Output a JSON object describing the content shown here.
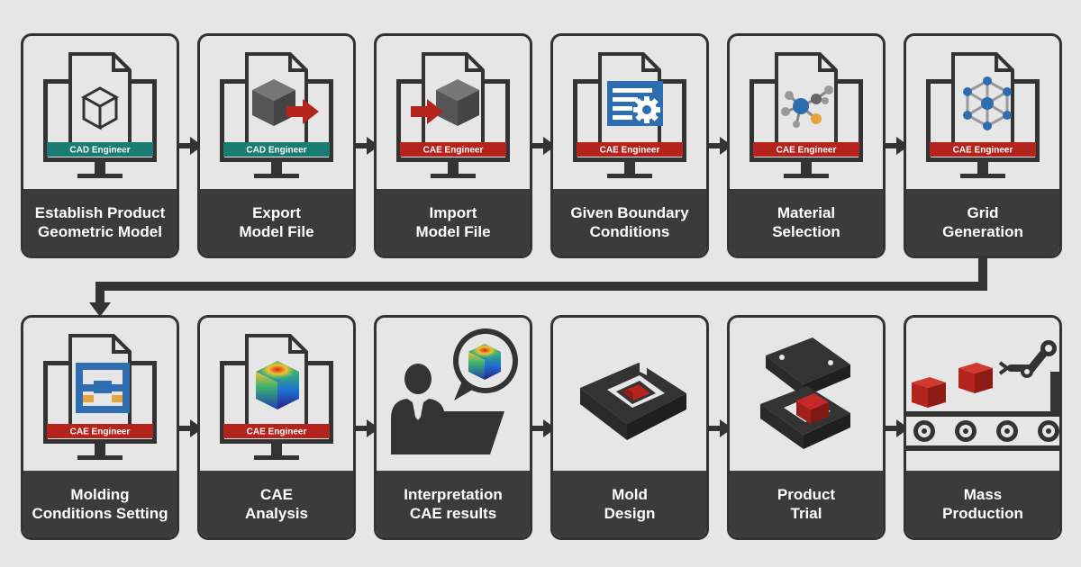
{
  "steps": [
    {
      "title": "Establish Product\nGeometric Model",
      "role": "CAD Engineer",
      "role_color": "#1a7b72",
      "icon": "wireframe-cube-icon"
    },
    {
      "title": "Export\nModel File",
      "role": "CAD Engineer",
      "role_color": "#1a7b72",
      "icon": "solid-cube-export-icon"
    },
    {
      "title": "Import\nModel File",
      "role": "CAE Engineer",
      "role_color": "#b5241c",
      "icon": "solid-cube-import-icon"
    },
    {
      "title": "Given Boundary\nConditions",
      "role": "CAE Engineer",
      "role_color": "#b5241c",
      "icon": "settings-gear-icon"
    },
    {
      "title": "Material\nSelection",
      "role": "CAE Engineer",
      "role_color": "#b5241c",
      "icon": "molecule-icon"
    },
    {
      "title": "Grid\nGeneration",
      "role": "CAE Engineer",
      "role_color": "#b5241c",
      "icon": "mesh-grid-icon"
    },
    {
      "title": "Molding\nConditions Setting",
      "role": "CAE Engineer",
      "role_color": "#b5241c",
      "icon": "mold-layout-icon"
    },
    {
      "title": "CAE\nAnalysis",
      "role": "CAE Engineer",
      "role_color": "#b5241c",
      "icon": "heatmap-cube-icon"
    },
    {
      "title": "Interpretation\nCAE results",
      "role": "",
      "role_color": "",
      "icon": "engineer-review-icon"
    },
    {
      "title": "Mold\nDesign",
      "role": "",
      "role_color": "",
      "icon": "mold-base-icon"
    },
    {
      "title": "Product\nTrial",
      "role": "",
      "role_color": "",
      "icon": "open-mold-icon"
    },
    {
      "title": "Mass\nProduction",
      "role": "",
      "role_color": "",
      "icon": "conveyor-robot-icon"
    }
  ],
  "colors": {
    "dark": "#333333",
    "caption_bg": "#3b3b3b",
    "background": "#e6e6e6",
    "teal": "#1a7b72",
    "red": "#b5241c",
    "blue": "#2e6db0"
  }
}
